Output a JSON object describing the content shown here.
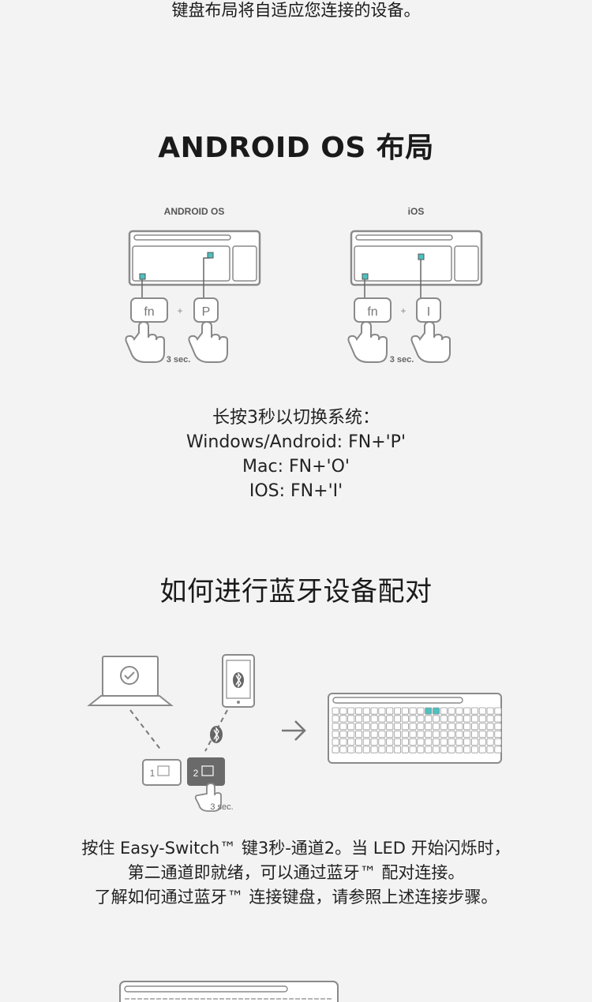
{
  "intro": {
    "line": "键盘布局将自适应您连接的设备。"
  },
  "android_section": {
    "title": "ANDROID  OS 布局",
    "diagram_left": {
      "label": "ANDROID OS",
      "key1": "fn",
      "key2": "P",
      "plus": "+",
      "duration": "3 sec."
    },
    "diagram_right": {
      "label": "iOS",
      "key1": "fn",
      "key2": "I",
      "plus": "+",
      "duration": "3 sec."
    },
    "instructions": [
      "长按3秒以切换系统：",
      "Windows/Android: FN+'P'",
      "Mac: FN+'O'",
      "IOS: FN+'I'"
    ]
  },
  "pairing_section": {
    "title": "如何进行蓝牙设备配对",
    "channel1": "1",
    "channel2": "2",
    "duration": "3 sec.",
    "instructions": [
      "按住 Easy-Switch™ 键3秒-通道2。当 LED 开始闪烁时，",
      "第二通道即就绪，可以通过蓝牙™ 配对连接。",
      "了解如何通过蓝牙™ 连接键盘，请参照上述连接步骤。"
    ]
  },
  "colors": {
    "accent": "#4cc1c0",
    "line": "#8a8a8a",
    "background": "#f3f3f3"
  }
}
